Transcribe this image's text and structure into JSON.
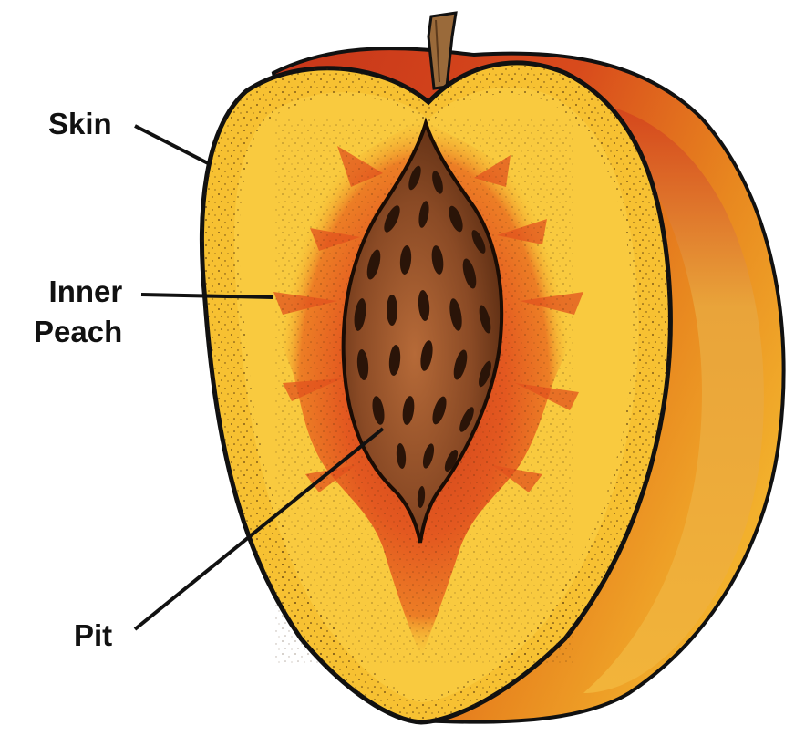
{
  "labels": {
    "skin": "Skin",
    "inner_line1": "Inner",
    "inner_line2": "Peach",
    "pit": "Pit"
  },
  "colors": {
    "flesh": "#f7c132",
    "flesh_light": "#fbd24a",
    "skin_red": "#c7361a",
    "skin_orange": "#e8871f",
    "core_red": "#e2521e",
    "pit_brown": "#8a4a25",
    "pit_dark": "#2a1408",
    "outline": "#111111",
    "stem": "#9a6a3a"
  },
  "icons": {
    "peach": "peach-half-illustration"
  }
}
